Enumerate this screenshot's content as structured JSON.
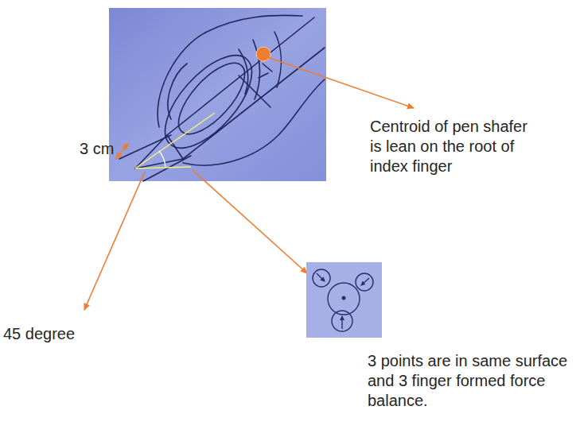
{
  "diagram": {
    "labels": [
      "Centroid of pen shafer is lean on the root of index finger",
      "3 cm",
      "45 degree",
      "3 points are in same surface and 3 finger formed force balance."
    ]
  }
}
